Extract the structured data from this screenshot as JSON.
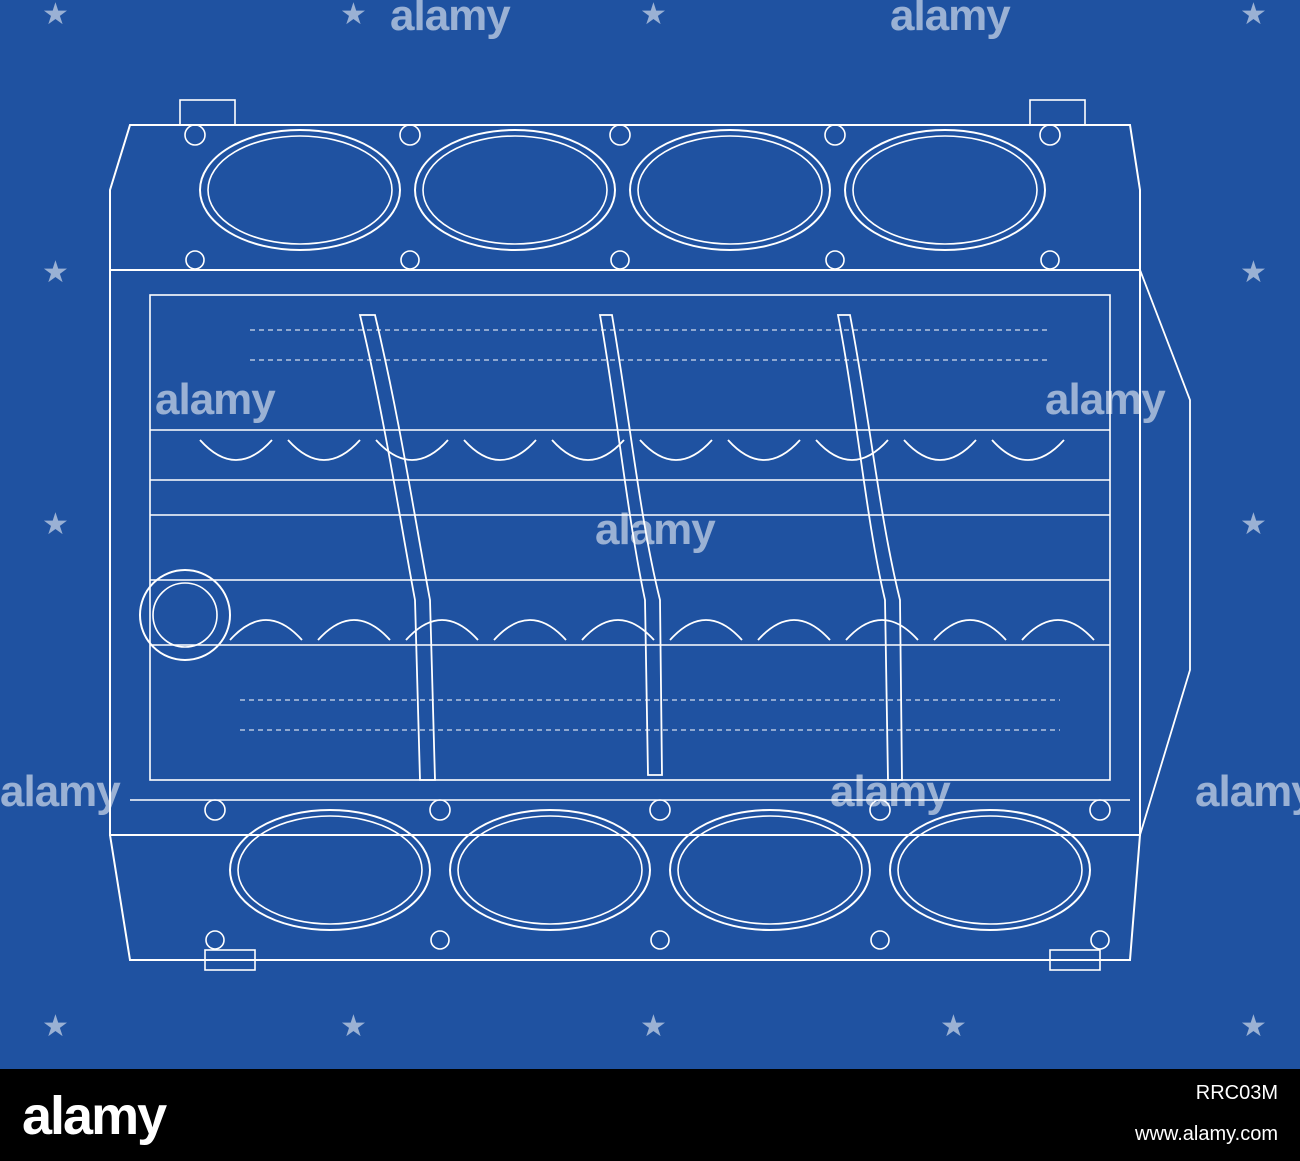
{
  "colors": {
    "background": "#1f52a1",
    "line": "#ffffff",
    "footer": "#000000"
  },
  "watermark": {
    "word": "alamy",
    "star_icon": "star-icon"
  },
  "footer": {
    "logo": "alamy",
    "stock_id": "RRC03M",
    "site": "www.alamy.com"
  }
}
